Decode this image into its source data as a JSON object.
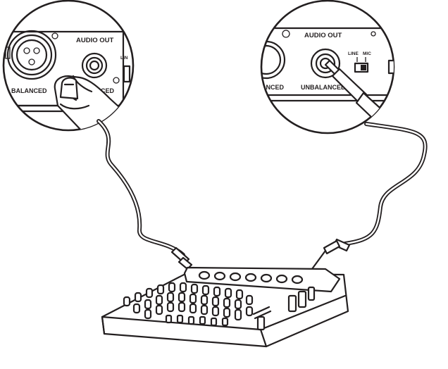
{
  "colors": {
    "ink": "#231f20",
    "background": "#ffffff"
  },
  "left_callout": {
    "panel_title": "AUDIO OUT",
    "xlr_label": "BALANCED",
    "jack_label_partial": "ANCED",
    "switch_label_partial": "LIN",
    "icons": [
      "xlr-jack-icon",
      "quarter-inch-jack-icon",
      "xlr-plug-icon",
      "hand-icon"
    ]
  },
  "right_callout": {
    "panel_title": "AUDIO OUT",
    "jack_label": "UNBALANCED",
    "left_label_partial": "ANCED",
    "switch_line_label": "LINE",
    "switch_mic_label": "MIC",
    "icons": [
      "quarter-inch-jack-icon",
      "line-mic-switch-icon",
      "quarter-inch-plug-icon"
    ]
  },
  "mixer": {
    "icon": "mixing-console-icon"
  }
}
